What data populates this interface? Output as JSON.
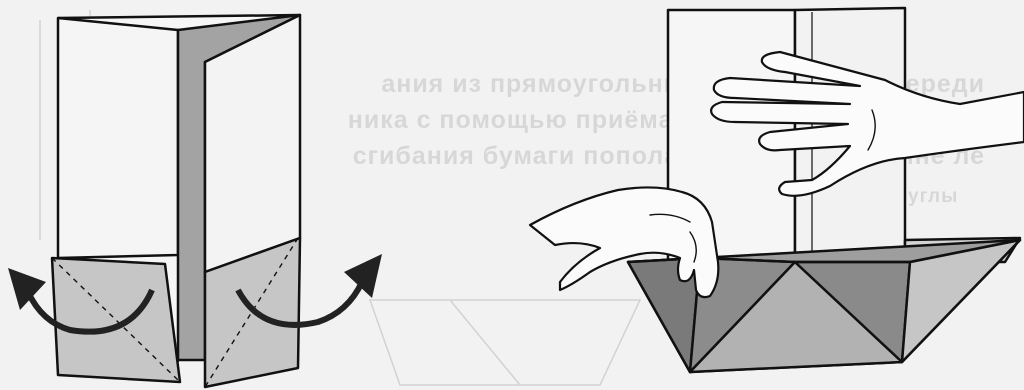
{
  "background_text": {
    "line1": "ания из прямоугольника и квадрата к середи",
    "line2": "ника с помощью приёма: найди середину: испо",
    "line3": "сгибания бумаги пополам; согни к середине ле",
    "line4": "углы"
  },
  "steps": [
    {
      "name": "step-fold-flaps",
      "arrows": [
        "curved-arrow-left-icon",
        "curved-arrow-right-icon"
      ]
    },
    {
      "name": "step-open-boat",
      "hands": [
        "right-hand-icon",
        "left-hand-icon"
      ]
    }
  ],
  "colors": {
    "paper": "#f4f4f4",
    "gray_light": "#c8c8c8",
    "gray_mid": "#a9a9a9",
    "gray_dark": "#7a7a7a",
    "outline": "#111111"
  }
}
